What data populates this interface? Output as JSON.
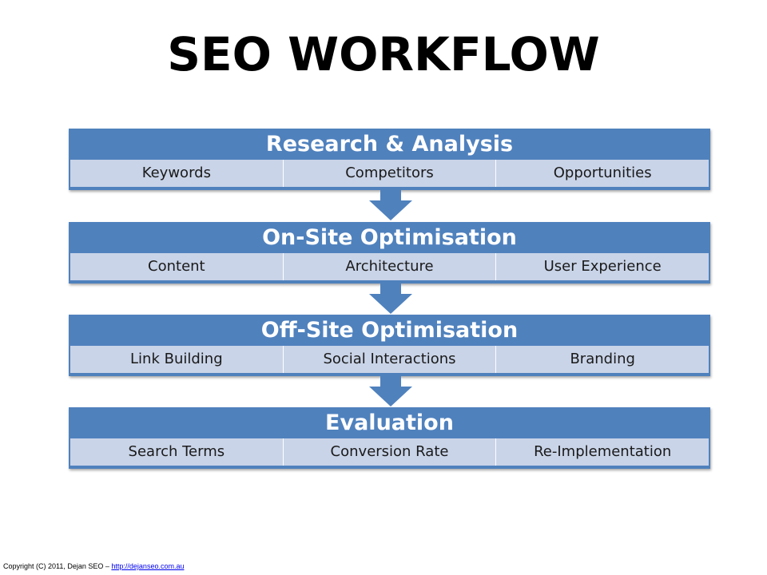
{
  "title": "SEO WORKFLOW",
  "stages": [
    {
      "label": "Research & Analysis",
      "items": [
        "Keywords",
        "Competitors",
        "Opportunities"
      ]
    },
    {
      "label": "On-Site Optimisation",
      "items": [
        "Content",
        "Architecture",
        "User Experience"
      ]
    },
    {
      "label": "Off-Site Optimisation",
      "items": [
        "Link Building",
        "Social Interactions",
        "Branding"
      ]
    },
    {
      "label": "Evaluation",
      "items": [
        "Search Terms",
        "Conversion Rate",
        "Re-Implementation"
      ]
    }
  ],
  "footer": {
    "text": "Copyright (C) 2011, Dejan SEO – ",
    "link_text": "http://dejanseo.com.au"
  },
  "colors": {
    "header": "#4f81bd",
    "cell": "#c9d4e8",
    "arrow": "#4f81bd"
  },
  "icons": [
    "down-arrow-icon"
  ]
}
